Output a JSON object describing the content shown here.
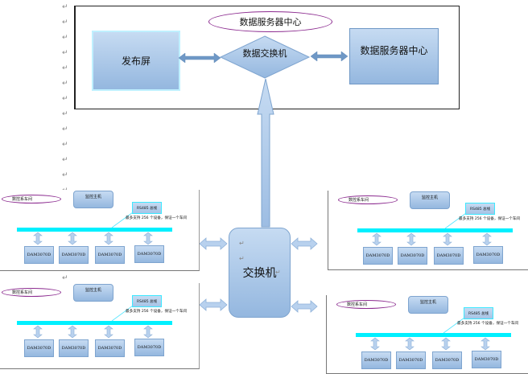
{
  "top_section": {
    "title_ellipse": "数据服务器中心",
    "publish_screen": "发布屏",
    "data_switch": "数据交换机",
    "data_server_center": "数据服务器中心"
  },
  "central_switch": {
    "label": "交换机"
  },
  "workshops": [
    {
      "position": "top-left",
      "name": "数控系车间",
      "host": "监控主机",
      "bus_label": "RS485 总线",
      "note": "最多支持 256 个设备，保证一个车间",
      "devices": [
        "DAM3070D",
        "DAM3070D",
        "DAM3070D",
        "DAM3070D"
      ]
    },
    {
      "position": "bottom-left",
      "name": "数控系车间",
      "host": "监控主机",
      "bus_label": "RS485 总线",
      "note": "最多支持 256 个设备，保证一个车间",
      "devices": [
        "DAM3070D",
        "DAM3070D",
        "DAM3070D",
        "DAM3070D"
      ]
    },
    {
      "position": "top-right",
      "name": "数控系车间",
      "host": "监控主机",
      "bus_label": "RS485 总线",
      "note": "最多支持 256 个设备，保证一个车间",
      "devices": [
        "DAM3070D",
        "DAM3070D",
        "DAM3070D",
        "DAM3070D"
      ]
    },
    {
      "position": "bottom-right",
      "name": "数控系车间",
      "host": "监控主机",
      "bus_label": "RS485 总线",
      "note": "最多支持 256 个设备，保证一个车间",
      "devices": [
        "DAM3070D",
        "DAM3070D",
        "DAM3070D",
        "DAM3070D"
      ]
    }
  ],
  "paragraph_mark": "↵",
  "colors": {
    "box_fill_top": "#c6dbf2",
    "box_fill_bottom": "#94b7df",
    "box_border": "#7ea4cf",
    "bus": "#00f0ff",
    "ellipse_border": "#8b2a8f"
  }
}
